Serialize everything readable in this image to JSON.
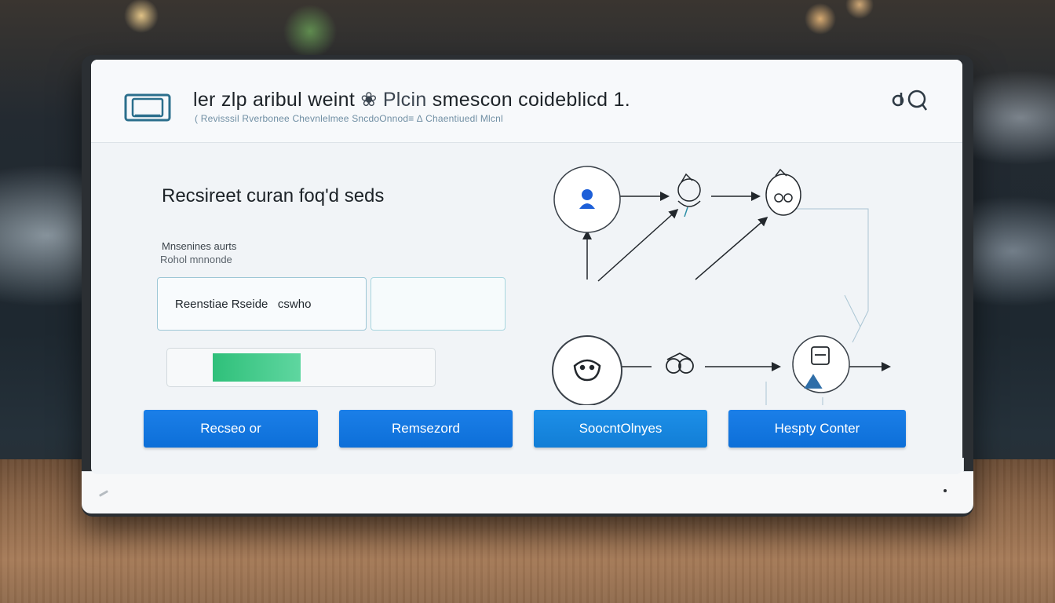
{
  "app": {
    "title_main": "ler zlp aribul weint",
    "title_mid": "❀ Plcin",
    "title_end": "smescon coideblicd 1.",
    "subtitle": "( Revisssil  Rverbonee Chevnlelmee SncdoOnnod≡ ∆  Chaentiuedl Mlcnl"
  },
  "panel": {
    "section_title": "Recsireet curan foq'd seds",
    "label_primary": "Mnsenines aurts",
    "label_secondary": "Rohol mnnonde",
    "input_a_value": "Reenstiae Rseide   cswho",
    "input_b_value": "",
    "progress": 0.4
  },
  "buttons": [
    {
      "label": "Recseo or"
    },
    {
      "label": "Remsezord"
    },
    {
      "label": "SoocntOlnyes"
    },
    {
      "label": "Hespty Conter"
    }
  ],
  "icons": {
    "logo": "tablet-icon",
    "header_right": "search-icon",
    "nodes": [
      "user-icon",
      "person-sketch-icon",
      "owl-icon",
      "cat-face-icon",
      "glasses-icon",
      "robot-icon"
    ]
  },
  "colors": {
    "accent_blue": "#1b7fe8",
    "progress_green": "#2fc07a",
    "input_border": "#9dc7d6",
    "node_user_blue": "#1d5fd8"
  }
}
